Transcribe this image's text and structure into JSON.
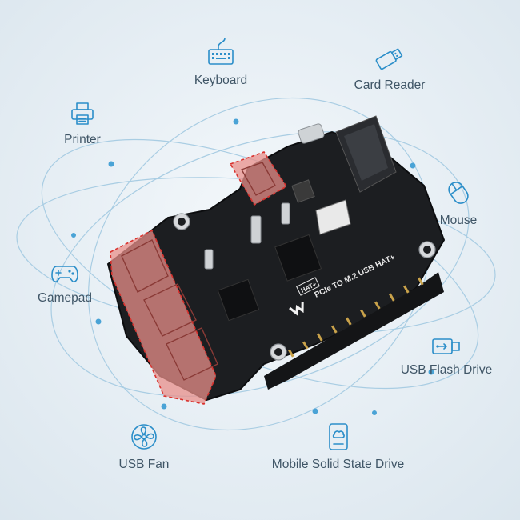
{
  "features": [
    {
      "id": "keyboard",
      "label": "Keyboard",
      "icon": "keyboard-icon"
    },
    {
      "id": "card-reader",
      "label": "Card Reader",
      "icon": "card-reader-icon"
    },
    {
      "id": "printer",
      "label": "Printer",
      "icon": "printer-icon"
    },
    {
      "id": "mouse",
      "label": "Mouse",
      "icon": "mouse-icon"
    },
    {
      "id": "gamepad",
      "label": "Gamepad",
      "icon": "gamepad-icon"
    },
    {
      "id": "usb-flash-drive",
      "label": "USB Flash Drive",
      "icon": "usb-flash-drive-icon"
    },
    {
      "id": "usb-fan",
      "label": "USB Fan",
      "icon": "usb-fan-icon"
    },
    {
      "id": "mobile-ssd",
      "label": "Mobile Solid State Drive",
      "icon": "ssd-icon"
    }
  ],
  "board": {
    "silkscreen_name": "PCIe TO M.2 USB HAT+",
    "hat_mark": "HAT+",
    "brand_logo": "waveshare-logo"
  },
  "colors": {
    "accent": "#2b8ec9",
    "label_text": "#3f5566",
    "orbit_lines": "#a9cde3",
    "board": "#1c1e21",
    "usb_highlight": "#e88f8a",
    "usb_outline": "#d9322e"
  }
}
